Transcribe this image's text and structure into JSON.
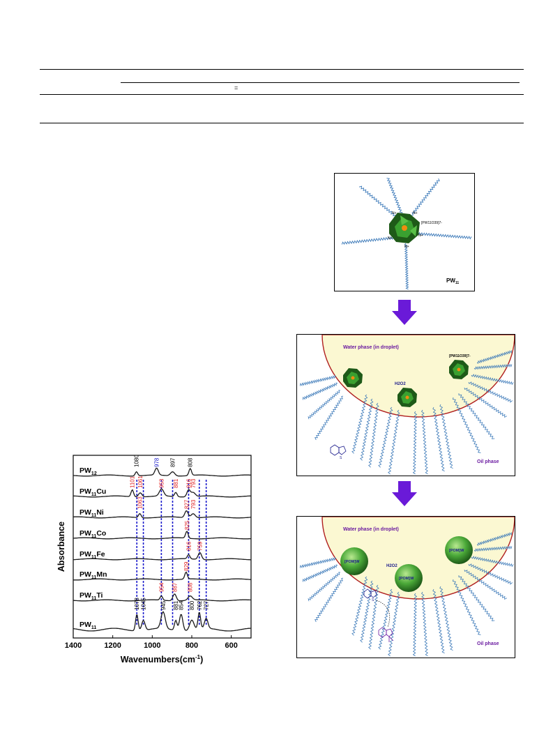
{
  "table": {
    "equals_glyph": "="
  },
  "chart_data": {
    "type": "line",
    "xlabel": "Wavenumbers",
    "xlabel_unit": "cm",
    "xlabel_unit_exp": "-1",
    "ylabel": "Absorbance",
    "xlim": [
      1400,
      500
    ],
    "x_ticks": [
      "1400",
      "1200",
      "1000",
      "800",
      "600"
    ],
    "series": [
      {
        "name": "PW",
        "sub": "12",
        "suffix": ""
      },
      {
        "name": "PW",
        "sub": "11",
        "suffix": "Cu"
      },
      {
        "name": "PW",
        "sub": "11",
        "suffix": "Ni"
      },
      {
        "name": "PW",
        "sub": "11",
        "suffix": "Co"
      },
      {
        "name": "PW",
        "sub": "11",
        "suffix": "Fe"
      },
      {
        "name": "PW",
        "sub": "11",
        "suffix": "Mn"
      },
      {
        "name": "PW",
        "sub": "11",
        "suffix": "Ti"
      },
      {
        "name": "PW",
        "sub": "11",
        "suffix": ""
      }
    ],
    "reference_lines": [
      1078,
      1045,
      954,
      897,
      816,
      762,
      727
    ],
    "peak_labels": [
      {
        "series": 0,
        "x": 1080,
        "text": "1080",
        "color": "#000000"
      },
      {
        "series": 0,
        "x": 978,
        "text": "978",
        "color": "#1a1acc"
      },
      {
        "series": 0,
        "x": 897,
        "text": "897",
        "color": "#000000"
      },
      {
        "series": 0,
        "x": 808,
        "text": "808",
        "color": "#000000"
      },
      {
        "series": 1,
        "x": 1101,
        "text": "1101",
        "color": "#e02020"
      },
      {
        "series": 1,
        "x": 1061,
        "text": "1061",
        "color": "#e02020"
      },
      {
        "series": 1,
        "x": 953,
        "text": "953",
        "color": "#e02020"
      },
      {
        "series": 1,
        "x": 881,
        "text": "881",
        "color": "#e02020"
      },
      {
        "series": 1,
        "x": 816,
        "text": "816",
        "color": "#e02020"
      },
      {
        "series": 1,
        "x": 793,
        "text": "793",
        "color": "#e02020"
      },
      {
        "series": 2,
        "x": 1063,
        "text": "1063",
        "color": "#e02020"
      },
      {
        "series": 2,
        "x": 827,
        "text": "827",
        "color": "#e02020"
      },
      {
        "series": 2,
        "x": 793,
        "text": "793",
        "color": "#e02020"
      },
      {
        "series": 3,
        "x": 825,
        "text": "825",
        "color": "#e02020"
      },
      {
        "series": 4,
        "x": 816,
        "text": "816",
        "color": "#e02020"
      },
      {
        "series": 4,
        "x": 759,
        "text": "759",
        "color": "#e02020"
      },
      {
        "series": 5,
        "x": 829,
        "text": "829",
        "color": "#e02020"
      },
      {
        "series": 6,
        "x": 954,
        "text": "954",
        "color": "#e02020"
      },
      {
        "series": 6,
        "x": 887,
        "text": "887",
        "color": "#e02020"
      },
      {
        "series": 6,
        "x": 808,
        "text": "808",
        "color": "#e02020"
      },
      {
        "series": 7,
        "x": 1078,
        "text": "1078",
        "color": "#000000"
      },
      {
        "series": 7,
        "x": 1045,
        "text": "1045",
        "color": "#000000"
      },
      {
        "series": 7,
        "x": 945,
        "text": "945",
        "color": "#000000"
      },
      {
        "series": 7,
        "x": 881,
        "text": "881",
        "color": "#000000"
      },
      {
        "series": 7,
        "x": 854,
        "text": "854",
        "color": "#000000"
      },
      {
        "series": 7,
        "x": 800,
        "text": "800",
        "color": "#000000"
      },
      {
        "series": 7,
        "x": 762,
        "text": "762",
        "color": "#000000"
      },
      {
        "series": 7,
        "x": 727,
        "text": "727",
        "color": "#000000"
      }
    ],
    "colors": {
      "trace": "#1a1a1a",
      "ref_line": "#1a1acc",
      "frame": "#000000"
    }
  },
  "scheme": {
    "top_panel": {
      "anion_label": "[PW11O39]7-",
      "cation_label": "N+",
      "compound_label": "PW",
      "compound_sub": "11"
    },
    "middle_panel": {
      "water_label": "Water phase (in droplet)",
      "oxidant_label": "H2O2",
      "anion_label": "[PW11O39]7-",
      "oil_label": "Oil phase",
      "substrate_atom": "S"
    },
    "bottom_panel": {
      "water_label": "Water phase (in droplet)",
      "oxidant_label": "H2O2",
      "active_site_label": "[POM]W",
      "oil_label": "Oil phase",
      "substrate_atom": "S"
    },
    "colors": {
      "droplet_fill": "#fbf8d2",
      "droplet_edge": "#b02020",
      "chain": "#3a78b8",
      "head": "#1a1acc",
      "arrow": "#6a1ad8",
      "label_purple": "#6a1aa0",
      "label_blue": "#1a1a8a",
      "cluster_dark": "#1e5a18",
      "cluster_light": "#3aa030",
      "core": "#f08c10"
    }
  }
}
